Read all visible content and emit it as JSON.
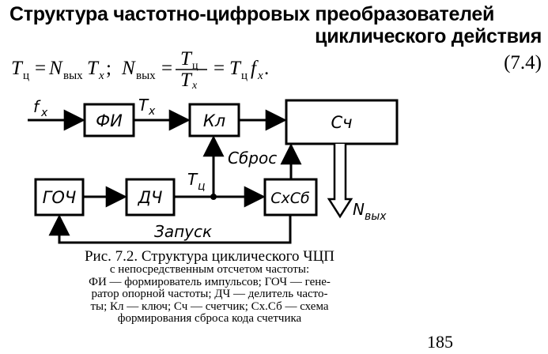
{
  "heading": {
    "line1": "Структура частотно-цифровых преобразователей",
    "line2": "циклического действия"
  },
  "formula": {
    "t_cycle": "T",
    "t_cycle_sub": "ц",
    "eq": "=",
    "n_out": "N",
    "n_out_sub": "вых",
    "t_x": "T",
    "t_x_sub": "x",
    "separator": ";",
    "f_x": "f",
    "f_x_sub": "x",
    "period": ".",
    "number": "(7.4)"
  },
  "diagram": {
    "blocks": {
      "fi": "ФИ",
      "kl": "Кл",
      "sch": "Сч",
      "goch": "ГОЧ",
      "dch": "ДЧ",
      "sxsb": "СхСб"
    },
    "signals": {
      "fx_main": "f",
      "fx_sub": "x",
      "tx_main": "T",
      "tx_sub": "x",
      "tc_main": "T",
      "tc_sub": "ц",
      "reset": "Сброс",
      "start": "Запуск",
      "nout_main": "N",
      "nout_sub": "вых"
    }
  },
  "caption": {
    "title": "Рис. 7.2. Структура циклического ЧЦП",
    "line2": "с непосредственным отсчетом частоты:",
    "line3": "ФИ — формирователь импульсов; ГОЧ — гене-",
    "line4": "ратор опорной частоты; ДЧ — делитель часто-",
    "line5": "ты; Кл — ключ; Сч — счетчик; Сх.Сб — схема",
    "line6": "формирования сброса кода счетчика"
  },
  "page_number": "185"
}
